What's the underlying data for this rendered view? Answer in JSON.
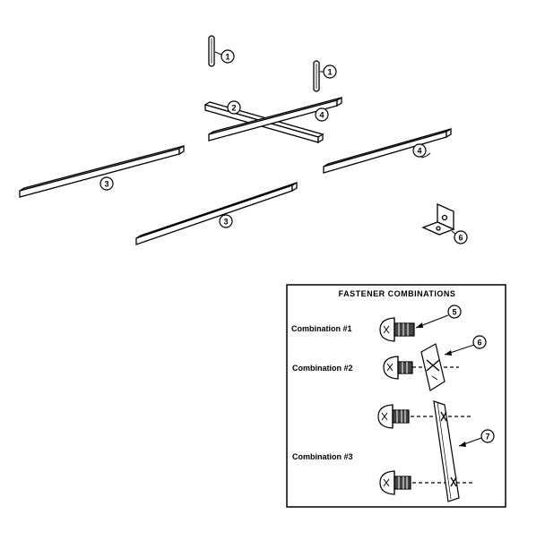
{
  "callouts": {
    "c1a": "1",
    "c1b": "1",
    "c2": "2",
    "c3a": "3",
    "c3b": "3",
    "c4a": "4",
    "c4b": "4",
    "c6a": "6",
    "c5": "5",
    "c6b": "6",
    "c7": "7"
  },
  "fastener_box": {
    "title": "FASTENER COMBINATIONS",
    "combination_1": "Combination #1",
    "combination_2": "Combination #2",
    "combination_3": "Combination #3"
  },
  "colors": {
    "ink": "#000000",
    "paper": "#ffffff"
  }
}
